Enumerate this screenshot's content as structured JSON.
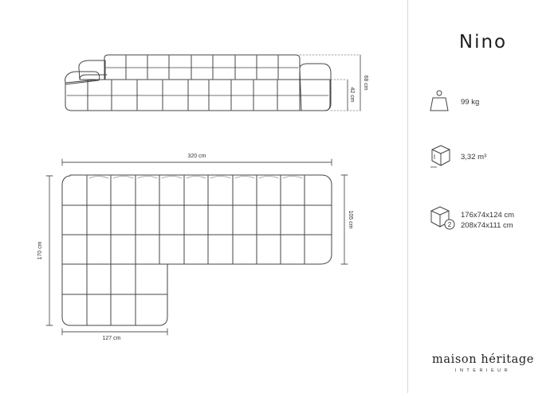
{
  "product": {
    "name": "Nino"
  },
  "dimensions": {
    "front_height": "68 cm",
    "front_seat_height": "42 cm",
    "top_width": "320 cm",
    "top_depth_right": "105 cm",
    "top_depth_left": "170 cm",
    "top_chaise_width": "127 cm"
  },
  "specs": {
    "weight": {
      "icon": "weight-icon",
      "value": "99 kg"
    },
    "volume": {
      "icon": "box-icon",
      "value": "3,32 m³"
    },
    "packages": {
      "icon": "packages-icon",
      "count": "2",
      "lines": [
        "176x74x124 cm",
        "208x74x111 cm"
      ]
    }
  },
  "brand": {
    "name": "maison héritage",
    "sub": "INTERIEUR"
  }
}
